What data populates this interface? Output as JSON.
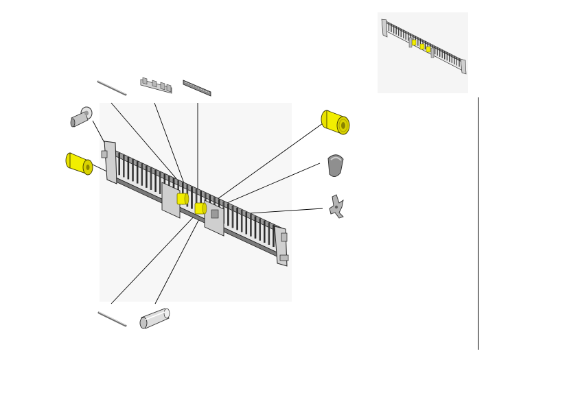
{
  "diagram": {
    "type": "exploded-parts-view",
    "colors": {
      "frame": "#2b2b2b",
      "frame_fill": "#e9e9e9",
      "highlight": "#f2ee00",
      "highlight_dark": "#b9b000",
      "part_gray": "#c8c8c8",
      "part_dark": "#6e6e6e",
      "leader": "#000000",
      "shadow_bg": "#f6f6f6"
    },
    "parts": [
      {
        "id": "pin-top",
        "icon": "pin-icon"
      },
      {
        "id": "bracket",
        "icon": "bracket-icon"
      },
      {
        "id": "strip",
        "icon": "strip-icon"
      },
      {
        "id": "knob",
        "icon": "knob-icon"
      },
      {
        "id": "roller-left",
        "icon": "roller-icon"
      },
      {
        "id": "roller-right",
        "icon": "roller-icon"
      },
      {
        "id": "pad",
        "icon": "pad-icon"
      },
      {
        "id": "spring-clip",
        "icon": "clip-icon"
      },
      {
        "id": "pin-bottom",
        "icon": "pin-icon"
      },
      {
        "id": "sleeve",
        "icon": "sleeve-icon"
      }
    ]
  }
}
